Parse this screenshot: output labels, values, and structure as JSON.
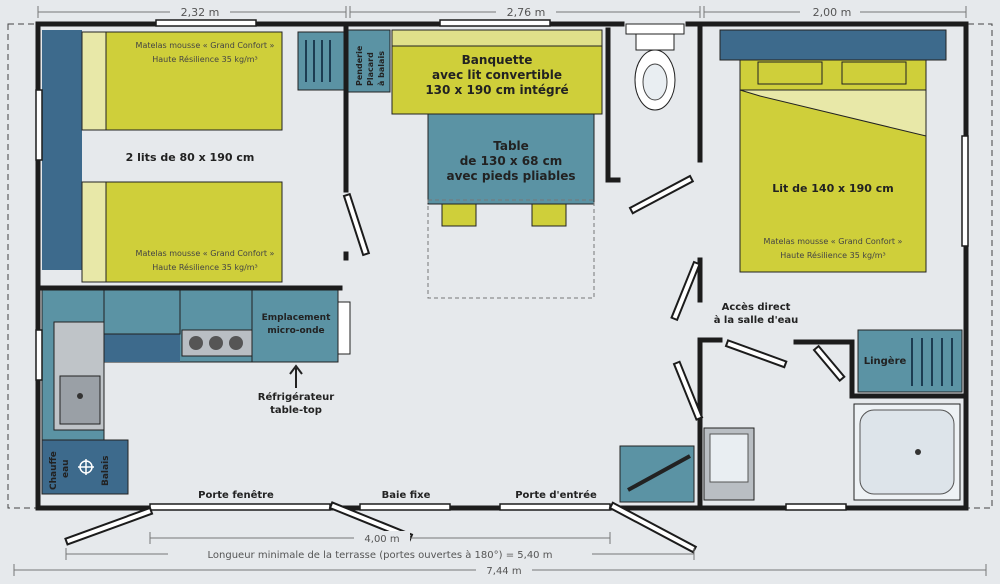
{
  "dimensions": {
    "top_left": "2,32 m",
    "top_middle": "2,76 m",
    "top_right": "2,00 m",
    "bottom_inner": "4,00 m",
    "terrace": "Longueur minimale de la terrasse (portes ouvertes à 180°) = 5,40 m",
    "total": "7,44 m"
  },
  "rooms": {
    "twin_beds": "2 lits de 80 x 190 cm",
    "mattress_line1": "Matelas mousse « Grand Confort »",
    "mattress_line2": "Haute Résilience 35 kg/m³",
    "banquette": [
      "Banquette",
      "avec lit convertible",
      "130 x 190 cm intégré"
    ],
    "table": [
      "Table",
      "de 130 x 68 cm",
      "avec pieds pliables"
    ],
    "penderie": [
      "Penderie",
      "Placard",
      "à balais"
    ],
    "double_bed": "Lit de 140 x 190 cm",
    "direct_access": [
      "Accès direct",
      "à la salle d'eau"
    ],
    "lingere": "Lingère",
    "micro_onde": [
      "Emplacement",
      "micro-onde"
    ],
    "fridge": [
      "Réfrigérateur",
      "table-top"
    ],
    "chauffe_eau": [
      "Chauffe",
      "eau"
    ],
    "balais": "Balais"
  },
  "openings": {
    "porte_fenetre": "Porte fenêtre",
    "baie_fixe": "Baie fixe",
    "porte_entree": "Porte d'entrée"
  },
  "colors": {
    "wall": "#1c1c1c",
    "floor": "#e6e9ec",
    "mattress": "#cfcf3a",
    "furniture": "#5b93a4",
    "cabinet": "#3d6a8c"
  }
}
